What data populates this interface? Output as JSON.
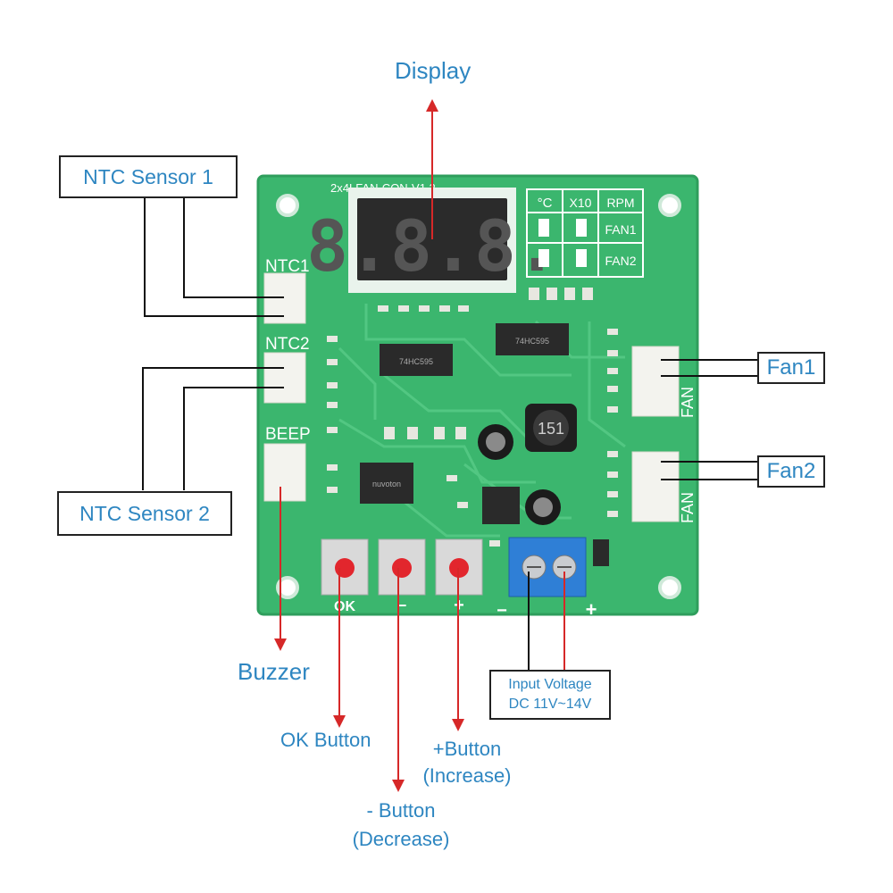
{
  "board": {
    "silk_title": "2x4LFAN-CON-V1.2",
    "display_digits": "8.8.8.",
    "unit_headers": [
      "°C",
      "X10",
      "RPM"
    ],
    "fan_rows": [
      "FAN1",
      "FAN2"
    ],
    "ntc1": "NTC1",
    "ntc2": "NTC2",
    "beep": "BEEP",
    "fan_conn": "FAN",
    "inductor": "151",
    "btn_ok": "OK",
    "btn_minus": "−",
    "btn_plus": "+",
    "term_minus": "−",
    "term_plus": "+",
    "ic_mcu": "nuvoton",
    "ic_shift": "74HC595",
    "colors": {
      "pcb": "#3bb66e",
      "pcb_edge": "#2f9e5c",
      "trace": "#55c985",
      "silk": "#ffffff",
      "arrow": "#d62828",
      "label": "#2e86c1"
    }
  },
  "labels": {
    "display": "Display",
    "ntc_sensor_1": "NTC Sensor 1",
    "ntc_sensor_2": "NTC Sensor 2",
    "fan1": "Fan1",
    "fan2": "Fan2",
    "buzzer": "Buzzer",
    "ok_button": "OK Button",
    "minus_button_1": "- Button",
    "minus_button_2": "(Decrease)",
    "plus_button_1": "+Button",
    "plus_button_2": "(Increase)",
    "input_voltage_1": "Input Voltage",
    "input_voltage_2": "DC 11V~14V"
  }
}
